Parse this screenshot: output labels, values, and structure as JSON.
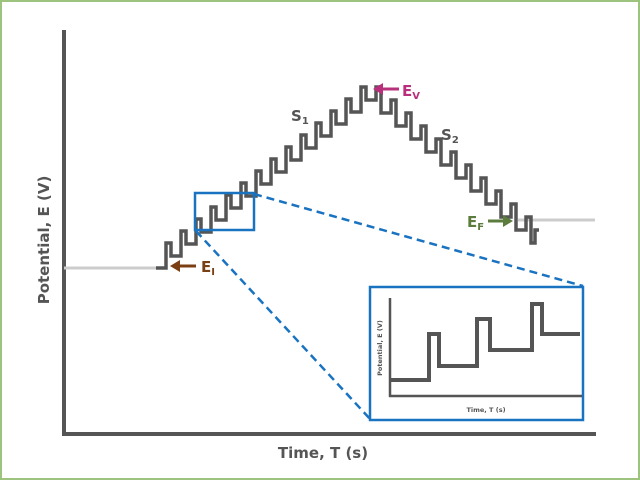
{
  "title": "Potential waveform",
  "axes": {
    "x_label": "Time, T (s)",
    "y_label": "Potential, E (V)"
  },
  "labels": {
    "ei": {
      "main": "E",
      "sub": "I"
    },
    "ev": {
      "main": "E",
      "sub": "V"
    },
    "ef": {
      "main": "E",
      "sub": "F"
    },
    "s1": {
      "main": "S",
      "sub": "1"
    },
    "s2": {
      "main": "S",
      "sub": "2"
    }
  },
  "inset": {
    "x_label": "Time, T (s)",
    "y_label": "Potential, E (V)"
  },
  "colors": {
    "ei": "#7b3f14",
    "ev": "#b8307c",
    "ef": "#5b7c3c",
    "zoom": "#1a73c0",
    "wave": "#555555",
    "baseline": "#cccccc"
  }
}
